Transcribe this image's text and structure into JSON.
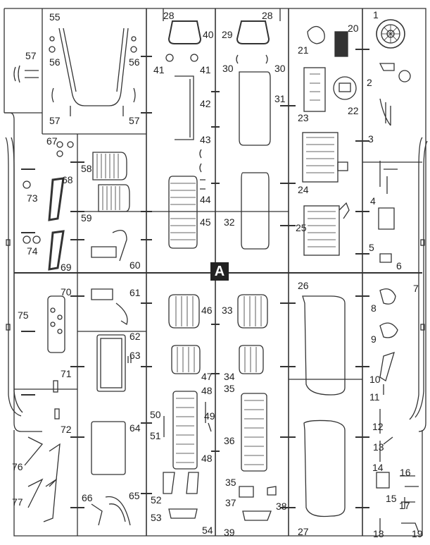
{
  "sprue": {
    "letter": "A",
    "numbers": {
      "n1": "1",
      "n2": "2",
      "n3": "3",
      "n4": "4",
      "n5": "5",
      "n6": "6",
      "n7": "7",
      "n8": "8",
      "n9": "9",
      "n10": "10",
      "n11": "11",
      "n12": "12",
      "n13": "13",
      "n14": "14",
      "n15": "15",
      "n16": "16",
      "n17": "17",
      "n18": "18",
      "n19": "19",
      "n20": "20",
      "n21": "21",
      "n22": "22",
      "n23": "23",
      "n24": "24",
      "n25": "25",
      "n26": "26",
      "n27": "27",
      "n28a": "28",
      "n28b": "28",
      "n29": "29",
      "n30a": "30",
      "n30b": "30",
      "n31": "31",
      "n32": "32",
      "n33": "33",
      "n34": "34",
      "n35a": "35",
      "n35b": "35",
      "n36": "36",
      "n37": "37",
      "n38": "38",
      "n39": "39",
      "n40": "40",
      "n41a": "41",
      "n41b": "41",
      "n42": "42",
      "n43": "43",
      "n44": "44",
      "n45": "45",
      "n46": "46",
      "n47": "47",
      "n48a": "48",
      "n48b": "48",
      "n49": "49",
      "n50": "50",
      "n51": "51",
      "n52": "52",
      "n53": "53",
      "n54": "54",
      "n55": "55",
      "n56a": "56",
      "n56b": "56",
      "n57a": "57",
      "n57b": "57",
      "n57c": "57",
      "n58": "58",
      "n59": "59",
      "n60": "60",
      "n61": "61",
      "n62": "62",
      "n63": "63",
      "n64": "64",
      "n65": "65",
      "n66": "66",
      "n67": "67",
      "n68": "68",
      "n69": "69",
      "n70": "70",
      "n71": "71",
      "n72": "72",
      "n73": "73",
      "n74": "74",
      "n75": "75",
      "n76": "76",
      "n77": "77"
    }
  }
}
